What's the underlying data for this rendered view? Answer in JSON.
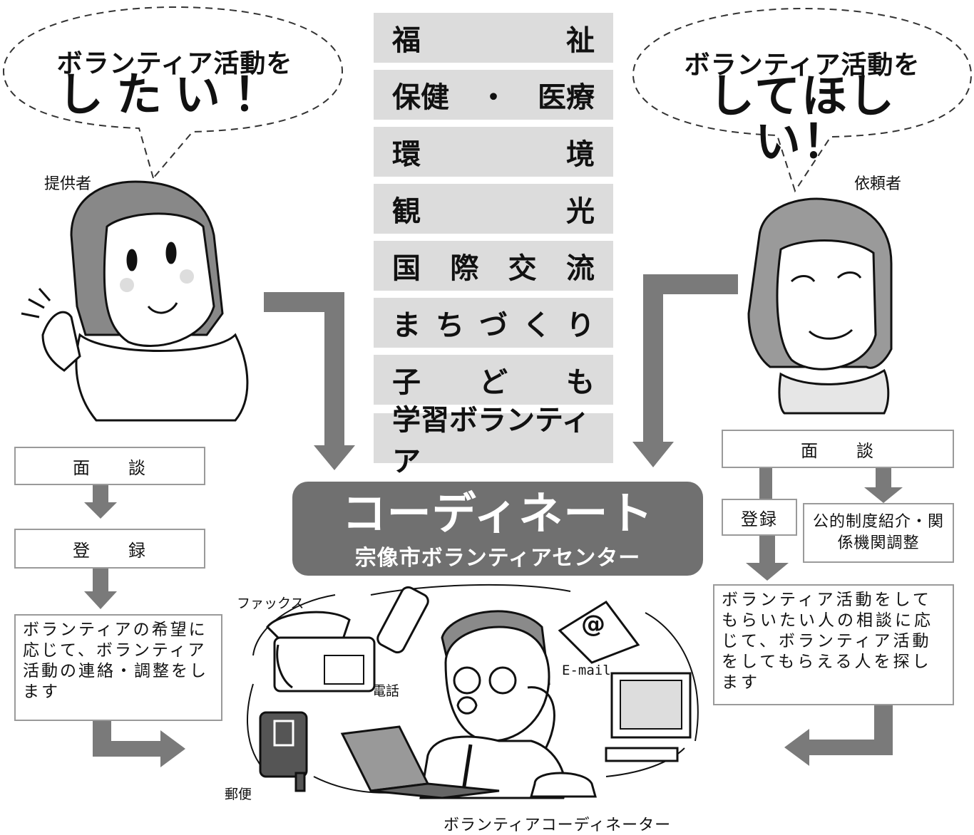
{
  "left": {
    "bubble_line1": "ボランティア活動を",
    "bubble_line2": "したい！",
    "role": "提供者",
    "step1": "面　　談",
    "step2": "登　　録",
    "description": "ボランティアの希望に応じて、ボランティア活動の連絡・調整をします"
  },
  "right": {
    "bubble_line1": "ボランティア活動を",
    "bubble_line2": "してほしい！",
    "role": "依頼者",
    "step1": "面　　談",
    "register": "登録",
    "public_intro": "公的制度紹介・関係機関調整",
    "description": "ボランティア活動をしてもらいたい人の相談に応じて、ボランティア活動をしてもらえる人を探します"
  },
  "categories": [
    [
      "福",
      "祉"
    ],
    [
      "保健",
      "・",
      "医療"
    ],
    [
      "環",
      "境"
    ],
    [
      "観",
      "光"
    ],
    [
      "国",
      "際",
      "交",
      "流"
    ],
    [
      "ま",
      "ち",
      "づ",
      "く",
      "り"
    ],
    [
      "子",
      "ど",
      "も"
    ],
    [
      "学習ボランティア"
    ]
  ],
  "coordinate": {
    "title": "コーディネート",
    "subtitle": "宗像市ボランティアセンター"
  },
  "channels": {
    "fax": "ファックス",
    "phone": "電話",
    "email": "E-mail",
    "email_symbol": "@",
    "mail": "郵便"
  },
  "coordinator_label": "ボランティアコーディネーター",
  "colors": {
    "arrow": "#7a7a7a",
    "category_bg": "#dcdcdc",
    "coordinate_bg": "#707070",
    "box_border": "#9a9a9a"
  }
}
